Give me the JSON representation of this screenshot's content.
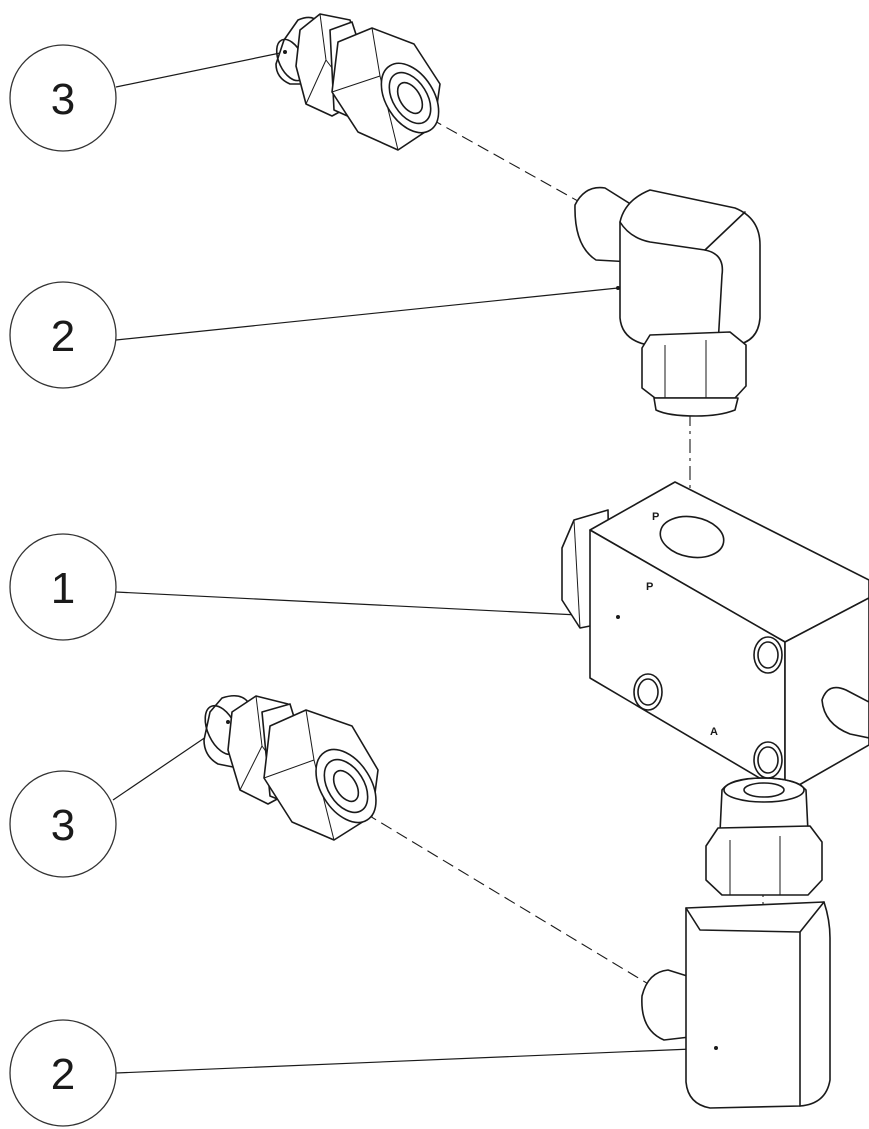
{
  "callouts": [
    {
      "id": "c1",
      "label": "3"
    },
    {
      "id": "c2",
      "label": "2"
    },
    {
      "id": "c3",
      "label": "1"
    },
    {
      "id": "c4",
      "label": "3"
    },
    {
      "id": "c5",
      "label": "2"
    }
  ],
  "ports": {
    "top": "P",
    "front_upper": "P",
    "front_lower": "A"
  }
}
